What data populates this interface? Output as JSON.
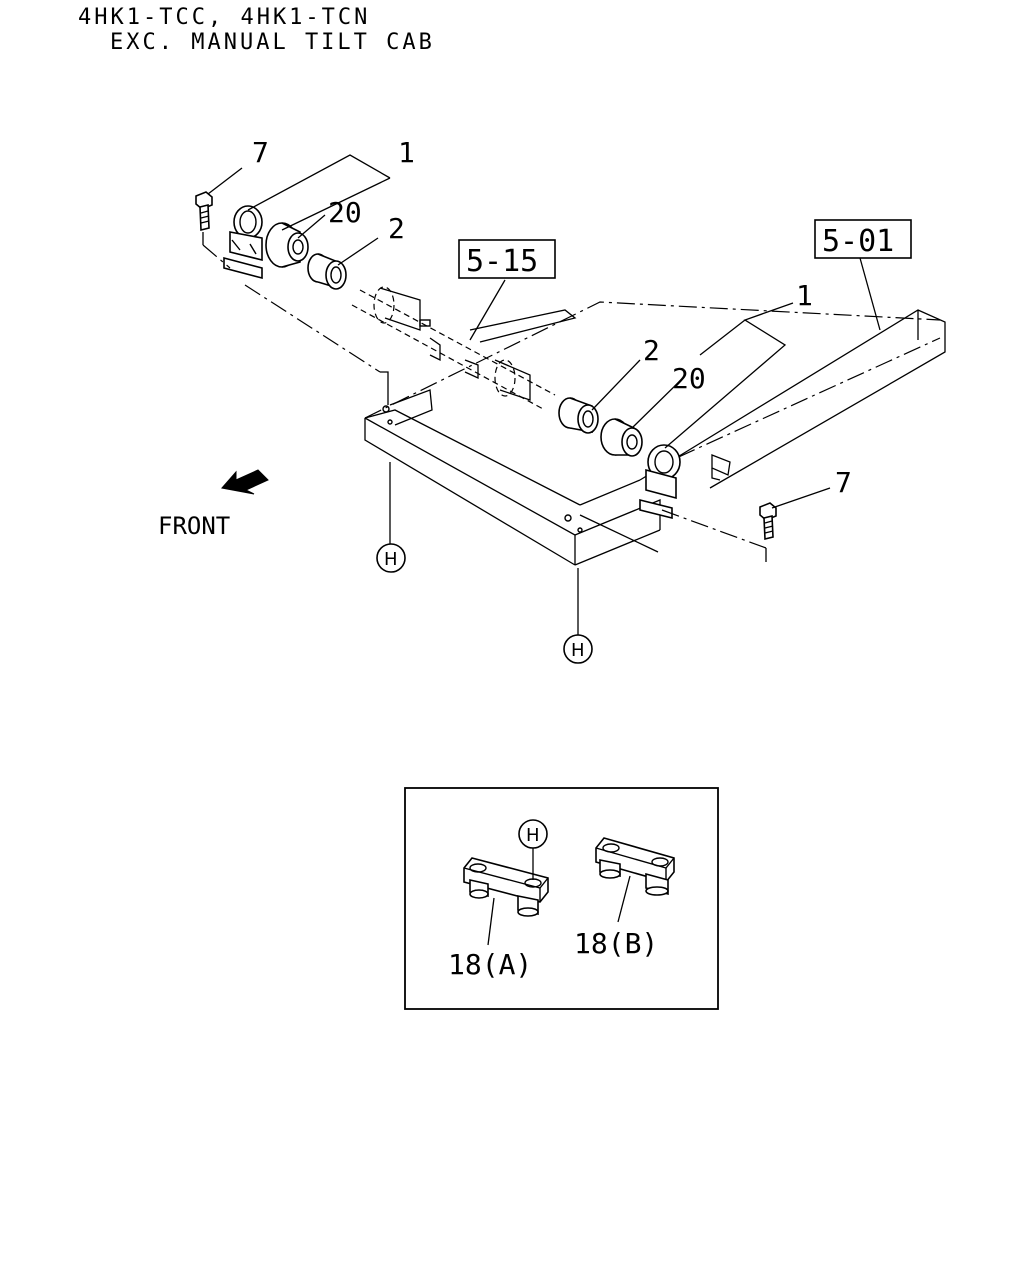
{
  "header": {
    "line1": "4HK1-TCC, 4HK1-TCN",
    "line2": "EXC. MANUAL TILT CAB"
  },
  "direction": {
    "label": "FRONT"
  },
  "callouts": {
    "ref_5_15": "5-15",
    "ref_5_01": "5-01",
    "bracket_left": "1",
    "bracket_right": "1",
    "bushing_left": "20",
    "bushing_right": "20",
    "sleeve_left": "2",
    "sleeve_right": "2",
    "bolt_left": "7",
    "bolt_right": "7",
    "plate_a": "18(A)",
    "plate_b": "18(B)"
  },
  "markers": {
    "h_left": "H",
    "h_center": "H",
    "h_inset": "H"
  }
}
